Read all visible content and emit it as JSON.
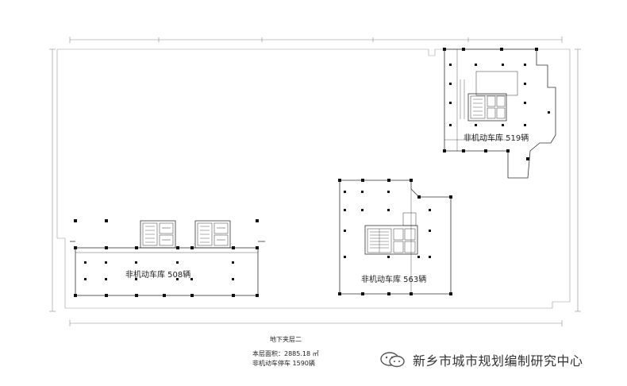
{
  "zones": [
    {
      "id": "left",
      "label": "非机动车库  508辆"
    },
    {
      "id": "mid",
      "label": "非机动车库  563辆"
    },
    {
      "id": "right",
      "label": "非机动车库  519辆"
    }
  ],
  "legend": {
    "title": "地下夹层二",
    "area_line": "本层面积：2885.18 ㎡",
    "parking_line": "非机动车停车  1590辆"
  },
  "watermark": {
    "text": "新乡市城市规划编制研究中心",
    "icon": "wechat-logo"
  }
}
